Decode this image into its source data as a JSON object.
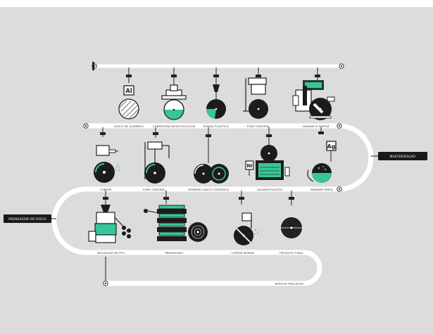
{
  "title": "",
  "colors": {
    "background": "#dcdcdc",
    "track": "#ffffff",
    "ink": "#1c1c1c",
    "accent": "#35c79a",
    "dark_green": "#1e3a30"
  },
  "side_labels": {
    "mastering": "MASTERIZAÇÃO",
    "pressing": "PRENSAGEM DO DISCO"
  },
  "steps": [
    {
      "label": "DISCO DE ALUMÍNIO",
      "icon": "aluminum-disc-icon",
      "badge": "Al"
    },
    {
      "label": "COBERTURA NITROCELULOSE",
      "icon": "nitrocellulose-coating-icon"
    },
    {
      "label": "BORDA PLÁSTICA",
      "icon": "plastic-edge-icon"
    },
    {
      "label": "FURO CENTRAL",
      "icon": "center-hole-press-icon"
    },
    {
      "label": "GRAVAR A MATRIZ",
      "icon": "lathe-cutting-icon"
    },
    {
      "label": "CORTAR",
      "icon": "cutting-machine-icon"
    },
    {
      "label": "FURO CENTRAL",
      "icon": "center-hole-drill-icon"
    },
    {
      "label": "SEPARAR LADOS CORTADOS",
      "icon": "separate-sides-icon"
    },
    {
      "label": "GALVANOPLASTIA",
      "icon": "electroplating-tank-icon",
      "badge": "Ni"
    },
    {
      "label": "BANHAR PRATA",
      "icon": "silver-bath-icon",
      "badge": "Ag"
    },
    {
      "label": "BOLACHAS DE PVC",
      "icon": "pvc-pellets-extruder-icon"
    },
    {
      "label": "PRENSAGEM",
      "icon": "press-stack-icon"
    },
    {
      "label": "CORTAR BORDA",
      "icon": "edge-trimmer-icon"
    },
    {
      "label": "PRODUTO FINAL",
      "icon": "final-record-icon"
    },
    {
      "label": "REPETIR PROCESSO",
      "icon": "repeat-track-icon"
    }
  ]
}
